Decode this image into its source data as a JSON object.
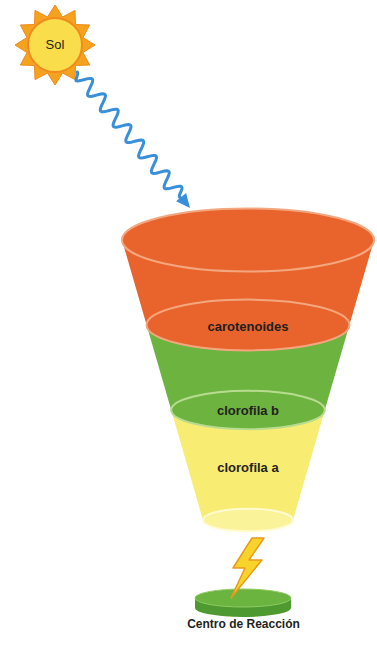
{
  "diagram": {
    "nodes": [
      {
        "text": [
          "Sol"
        ]
      },
      {
        "text": [
          "carotenoides"
        ]
      },
      {
        "text": [
          "clorofila b"
        ]
      },
      {
        "text": [
          "clorofila a"
        ]
      },
      {
        "text": [
          "Centro de Reacción"
        ]
      }
    ],
    "edges": [
      {
        "from": 0,
        "to": 1,
        "arrow": "to"
      }
    ]
  }
}
